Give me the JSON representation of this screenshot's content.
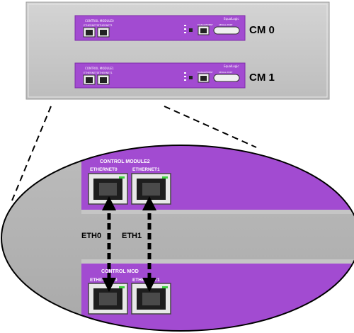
{
  "chassis": {
    "modules": [
      {
        "label": "CM 0",
        "title": "CONTROL MODULE0",
        "port_labels": [
          "ETHERNET0",
          "ETHERNET1"
        ],
        "brand": "EqualLogic",
        "mgmt_label": "MANAGEMENT",
        "serial_label": "SERIAL PORT"
      },
      {
        "label": "CM 1",
        "title": "CONTROL MODULE1",
        "port_labels": [
          "ETHERNET0",
          "ETHERNET1"
        ],
        "brand": "EqualLogic",
        "mgmt_label": "MANAGEMENT",
        "serial_label": "SERIAL PORT"
      }
    ]
  },
  "zoom": {
    "top_module": {
      "title": "CONTROL MODULE2",
      "port_labels": [
        "ETHERNET0",
        "ETHERNET1"
      ]
    },
    "bottom_module": {
      "title": "CONTROL MOD",
      "port_labels": [
        "ETHERNET0",
        "ETHERNET1"
      ]
    },
    "links": [
      {
        "label": "ETH0"
      },
      {
        "label": "ETH1"
      }
    ]
  },
  "colors": {
    "module_purple": "#a24bd1",
    "chassis_gray": "#c9c9c9",
    "zoom_gray": "#b6b6b6",
    "port_green": "#3fcf3f"
  }
}
